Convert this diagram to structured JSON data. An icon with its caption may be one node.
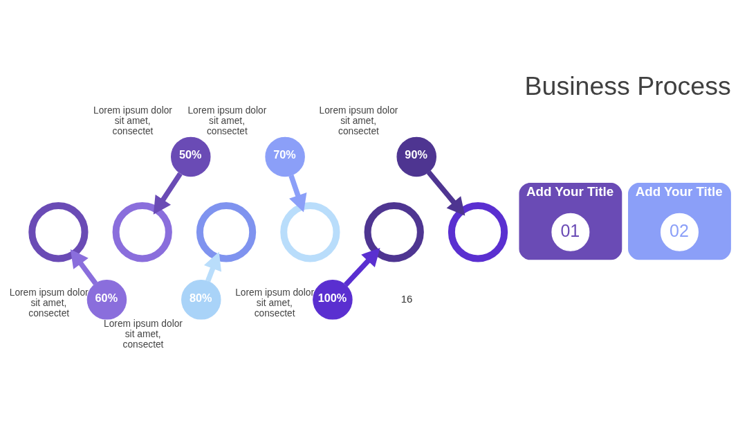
{
  "diagram": {
    "title": "Business Process",
    "nodes": [
      {
        "text": [
          "50%"
        ],
        "beside": [
          "Lorem ipsum dolor sit amet, consectet"
        ]
      },
      {
        "text": [],
        "shape": "circle"
      },
      {
        "text": [],
        "shape": "circle"
      },
      {
        "text": [
          "60%"
        ],
        "beside": [
          "Lorem ipsum dolor sit amet, consectet"
        ]
      },
      {
        "text": [
          "70%"
        ],
        "beside": [
          "Lorem ipsum dolor sit amet, consectet"
        ]
      },
      {
        "text": [],
        "shape": "circle"
      },
      {
        "text": [],
        "shape": "circle"
      },
      {
        "text": [
          "80%"
        ],
        "beside": [
          "Lorem ipsum dolor sit amet, consectet"
        ]
      },
      {
        "text": [
          "90%"
        ],
        "beside": [
          "Lorem ipsum dolor sit amet, consectet"
        ]
      },
      {
        "text": [],
        "shape": "circle"
      },
      {
        "text": [],
        "shape": "circle"
      },
      {
        "text": [
          "100%"
        ],
        "beside": [
          "Lorem ipsum dolor sit amet, consectet"
        ]
      },
      {
        "text": [
          "Add Your Title"
        ]
      },
      {
        "text": [
          "01"
        ],
        "in": 12
      },
      {
        "text": [
          "Add Your Title"
        ]
      },
      {
        "text": [
          "02"
        ],
        "in": 14
      }
    ],
    "edges": [
      {
        "from": 0,
        "to": 2,
        "arrow": "to",
        "color": "#6a4bb5"
      },
      {
        "from": 3,
        "to": 1,
        "arrow": "to",
        "color": "#8a6edc"
      },
      {
        "from": 4,
        "to": 6,
        "arrow": "to",
        "color": "#8b9ff8"
      },
      {
        "from": 7,
        "to": 5,
        "arrow": "to",
        "color": "#b9ddfb"
      },
      {
        "from": 8,
        "to": 10,
        "arrow": "to",
        "color": "#4e3591"
      },
      {
        "from": 11,
        "to": 9,
        "arrow": "to",
        "color": "#5a2fd0"
      }
    ],
    "labels": [
      "16"
    ]
  }
}
